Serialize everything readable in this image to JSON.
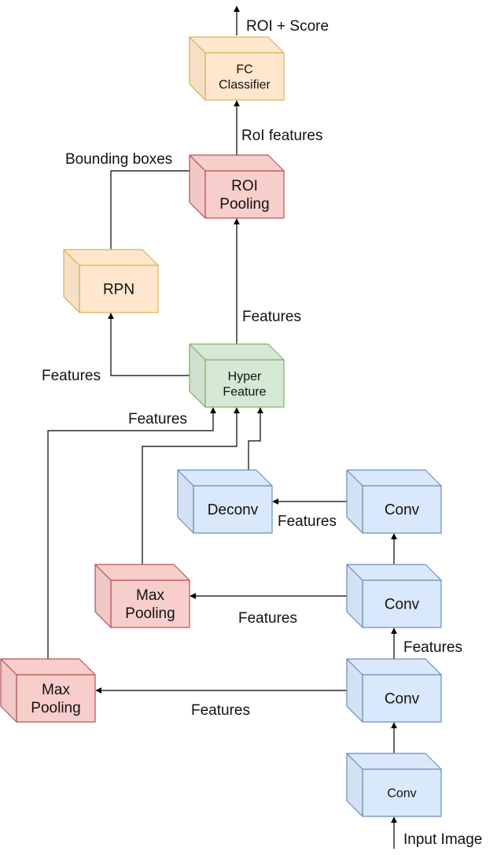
{
  "nodes": {
    "fc_classifier": {
      "lines": [
        "FC",
        "Classifier"
      ],
      "color": "orange"
    },
    "roi_pooling": {
      "lines": [
        "ROI",
        "Pooling"
      ],
      "color": "red"
    },
    "rpn": {
      "lines": [
        "RPN"
      ],
      "color": "orange"
    },
    "hyper_feature": {
      "lines": [
        "Hyper",
        "Feature"
      ],
      "color": "green"
    },
    "deconv": {
      "lines": [
        "Deconv"
      ],
      "color": "blue"
    },
    "conv4": {
      "lines": [
        "Conv"
      ],
      "color": "blue"
    },
    "max_pooling_1": {
      "lines": [
        "Max",
        "Pooling"
      ],
      "color": "red"
    },
    "conv3": {
      "lines": [
        "Conv"
      ],
      "color": "blue"
    },
    "max_pooling_2": {
      "lines": [
        "Max",
        "Pooling"
      ],
      "color": "red"
    },
    "conv2": {
      "lines": [
        "Conv"
      ],
      "color": "blue"
    },
    "conv1": {
      "lines": [
        "Conv"
      ],
      "color": "blue"
    }
  },
  "edge_labels": {
    "roi_score": "ROI + Score",
    "roi_features": "RoI features",
    "bounding_boxes": "Bounding boxes",
    "features_hyper_roi": "Features",
    "features_hyper_rpn": "Features",
    "features_maxpool2_hyper": "Features",
    "features_conv4_deconv": "Features",
    "features_conv3_maxpool1": "Features",
    "features_conv2_conv3": "Features",
    "features_conv2_maxpool2": "Features",
    "input_image": "Input Image"
  },
  "palette": {
    "orange": {
      "fill": "#ffe6cc",
      "stroke": "#d6b656"
    },
    "red": {
      "fill": "#f8cecc",
      "stroke": "#b85450"
    },
    "green": {
      "fill": "#d5e8d4",
      "stroke": "#82b366"
    },
    "blue": {
      "fill": "#dae8fc",
      "stroke": "#6c8ebf"
    }
  }
}
